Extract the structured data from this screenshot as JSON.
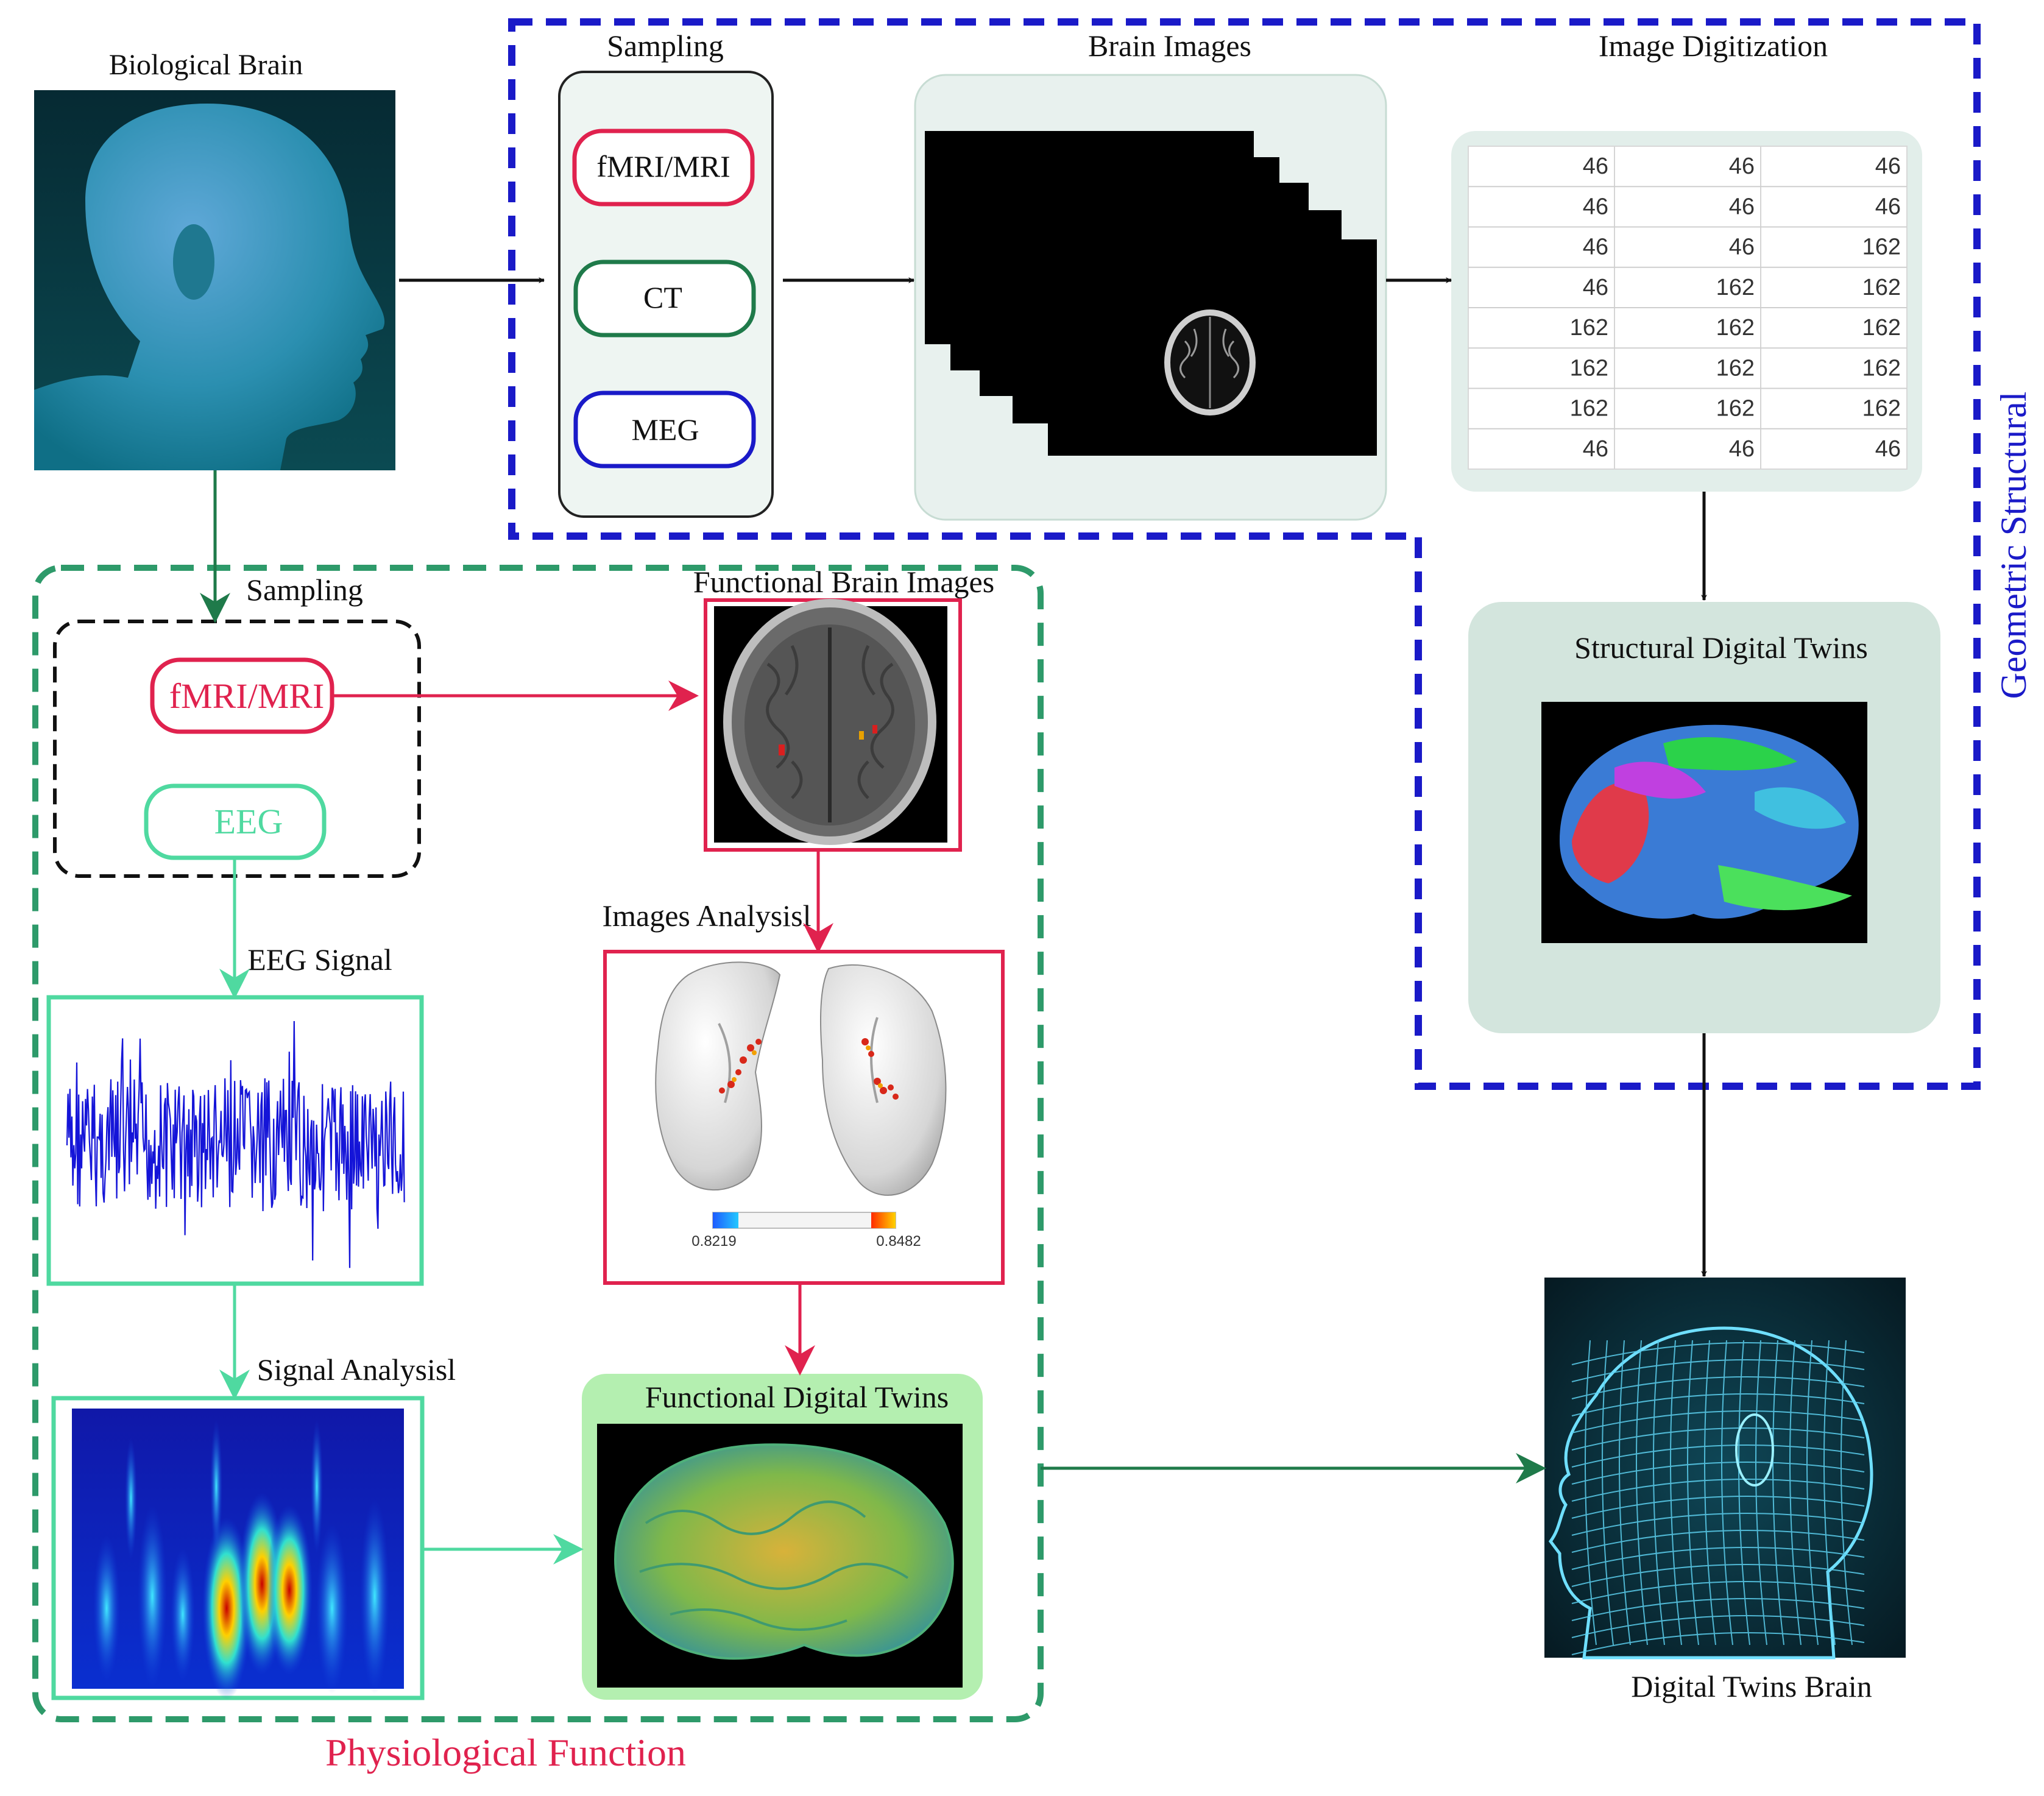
{
  "labels": {
    "biological_brain": "Biological Brain",
    "sampling_top": "Sampling",
    "brain_images": "Brain Images",
    "image_digitization": "Image Digitization",
    "geometric_structural": "Geometric Structural",
    "structural_digital_twins": "Structural Digital Twins",
    "sampling_left": "Sampling",
    "functional_brain_images": "Functional Brain Images",
    "eeg_signal": "EEG Signal",
    "images_analysis": "Images Analysisl",
    "signal_analysis": "Signal Analysisl",
    "functional_digital_twins": "Functional Digital Twins",
    "physiological_function": "Physiological Function",
    "digital_twins_brain": "Digital Twins Brain"
  },
  "sampling_top_modalities": [
    "fMRI/MRI",
    "CT",
    "MEG"
  ],
  "sampling_left_modalities": [
    "fMRI/MRI",
    "EEG"
  ],
  "digitization_table": [
    [
      "46",
      "46",
      "46"
    ],
    [
      "46",
      "46",
      "46"
    ],
    [
      "46",
      "46",
      "162"
    ],
    [
      "46",
      "162",
      "162"
    ],
    [
      "162",
      "162",
      "162"
    ],
    [
      "162",
      "162",
      "162"
    ],
    [
      "162",
      "162",
      "162"
    ],
    [
      "46",
      "46",
      "46"
    ]
  ],
  "colorbar": {
    "min_label": "0.8219",
    "max_label": "0.8482"
  },
  "colors": {
    "blue_dashed": "#1a1ac8",
    "green_dashed": "#2e9a6a",
    "red": "#e0224e",
    "light_green": "#4fd9a0",
    "dark_green": "#1f7a4a",
    "black": "#111111",
    "panel_bg": "#e8f1ee",
    "structural_bg": "#d3e5dd",
    "functional_twins_bg": "#b4efb0"
  }
}
